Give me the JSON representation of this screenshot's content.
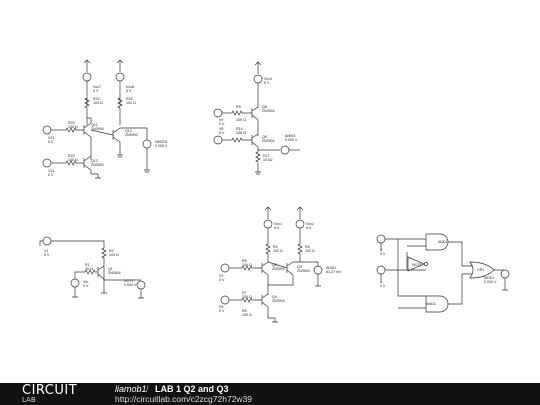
{
  "footer": {
    "logo_text": "CIRCUIT",
    "logo_sub": "LAB",
    "author": "liamob1",
    "separator": "/",
    "circuit_title": "LAB 1 Q2 and Q3",
    "url": "http://circuitlab.com/c2zcg72h72w39"
  },
  "circuit1": {
    "vcc7": "Vcc7",
    "vcc7_val": "5 V",
    "vcc8": "Vcc8",
    "vcc8_val": "5 V",
    "r22": "R22",
    "r22_val": "100 Ω",
    "r25": "R25",
    "r25_val": "100 Ω",
    "r23": "R23",
    "r23_val": "100 Ω",
    "r24": "R24",
    "r24_val": "100 Ω",
    "v13": "V13",
    "v13_val": "0 V",
    "v12": "V12",
    "v12_val": "0 V",
    "q11": "Q11",
    "q11_type": "2N3904",
    "q12": "Q12",
    "q12_type": "2N3904",
    "q13": "Q13",
    "q13_type": "2N3904",
    "meter": "NMOS1",
    "meter_val": "0.000 V"
  },
  "circuit2": {
    "vcc4": "Vcc4",
    "vcc4_val": "5 V",
    "r9": "R9",
    "r9_val": "10K Ω",
    "r14": "R14",
    "r14_val": "10K Ω",
    "r17": "R17",
    "r17_val": "10 kΩ",
    "v9": "V9",
    "v9_val": "0 V",
    "v8": "V8",
    "v8_val": "0 V",
    "q8": "Q8",
    "q8_type": "2N3904",
    "q9": "Q9",
    "q9_type": "2N3904",
    "meter": "AMM3",
    "meter_val": "0.000 V"
  },
  "circuit3": {
    "v1": "V1",
    "v1_val": "5 V",
    "r1": "R1",
    "r1_val": "1K Ω",
    "r2": "R2",
    "r2_val": "100 Ω",
    "vin": "Vin",
    "vin_val": "0 V",
    "q1": "Q1",
    "q1_type": "2N3904",
    "meter": "NOT1",
    "meter_val": "0.000 V"
  },
  "circuit4": {
    "vcc1": "Vcc1",
    "vcc1_val": "5 V",
    "vcc2": "Vcc2",
    "vcc2_val": "5 V",
    "r4": "R4",
    "r4_val": "100 Ω",
    "r6": "R6",
    "r6_val": "100 Ω",
    "r5": "R5",
    "r5_val": "100 Ω",
    "r8": "R8",
    "r8_val": "100 Ω",
    "r7": "R7",
    "r7_val": "100 Ω",
    "v3": "V3",
    "v3_val": "0 V",
    "v5": "V5",
    "v5_val": "0 V",
    "q2": "Q2",
    "q2_type": "2N3904",
    "q3": "Q3",
    "q3_type": "2N3904",
    "q4": "Q4",
    "q4_type": "2N3904",
    "meter": "ADM1",
    "meter_val": "61.27 mV"
  },
  "circuit5": {
    "a": "A",
    "a_val": "0 V",
    "b": "B",
    "b_val": "0 V",
    "and1": "AND1",
    "not1": "NOT1",
    "and2": "AND2",
    "or1": "OR1",
    "meter": "MOD1",
    "meter_val": "0.000 V"
  }
}
